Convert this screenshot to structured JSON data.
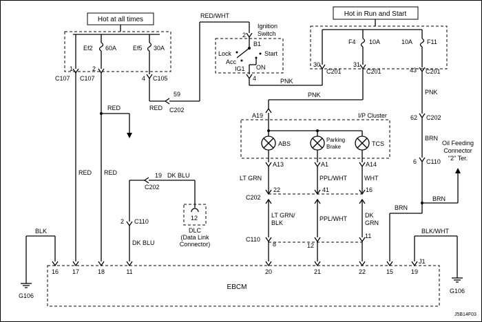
{
  "boxes": {
    "hot_at_all_times": "Hot at all times",
    "hot_in_run_start": "Hot in Run and Start"
  },
  "fuses": {
    "ef2": "Ef2",
    "ef2_amp": "60A",
    "ef5": "Ef5",
    "ef5_amp": "30A",
    "f4": "F4",
    "f4_amp": "10A",
    "f11": "F11",
    "f11_amp": "10A"
  },
  "ignition": {
    "title_1": "Ignition",
    "title_2": "Switch",
    "pin_top": "2",
    "b1": "B1",
    "lock": "Lock",
    "acc": "Acc",
    "start": "Start",
    "ig1": "IG1",
    "on": "ON",
    "pin_bottom": "4"
  },
  "wires": {
    "red_wht": "RED/WHT",
    "pnk": "PNK",
    "red": "RED",
    "blk": "BLK",
    "dk_blu": "DK BLU",
    "lt_grn": "LT GRN",
    "ppl_wht": "PPL/WHT",
    "wht": "WHT",
    "brn": "BRN",
    "lt_grn_blk_1": "LT GRN/",
    "lt_grn_blk_2": "BLK",
    "dk_grn_1": "DK",
    "dk_grn_2": "GRN",
    "blk_wht": "BLK/WHT"
  },
  "connectors": {
    "c107": "C107",
    "c105": "C105",
    "c201": "C201",
    "c202": "C202",
    "c110": "C110",
    "a19": "A19",
    "a13": "A13",
    "a1": "A1",
    "a14": "A14",
    "j1": "J1"
  },
  "pins": {
    "p1": "1",
    "p2": "2",
    "p4": "4",
    "p30": "30",
    "p31": "31",
    "p43": "43",
    "p59": "59",
    "p62": "62",
    "p6": "6",
    "p19": "19",
    "p12": "12",
    "p22": "22",
    "p41": "41",
    "p16": "16",
    "p8": "8",
    "p11": "11",
    "p17": "17",
    "p18": "18",
    "p20": "20",
    "p21": "21",
    "p15": "15"
  },
  "cluster": {
    "title": "I/P Cluster",
    "abs": "ABS",
    "parking_1": "Parking",
    "parking_2": "Brake",
    "tcs": "TCS"
  },
  "dlc": {
    "label_1": "DLC",
    "label_2": "(Data Link",
    "label_3": "Connector)"
  },
  "oil": {
    "line_1": "Oil Feeding",
    "line_2": "Connector",
    "line_3": "\"2\" Ter."
  },
  "ebcm": "EBCM",
  "grounds": {
    "left": "G106",
    "right": "G106"
  },
  "figure_id": "J5B14F03"
}
